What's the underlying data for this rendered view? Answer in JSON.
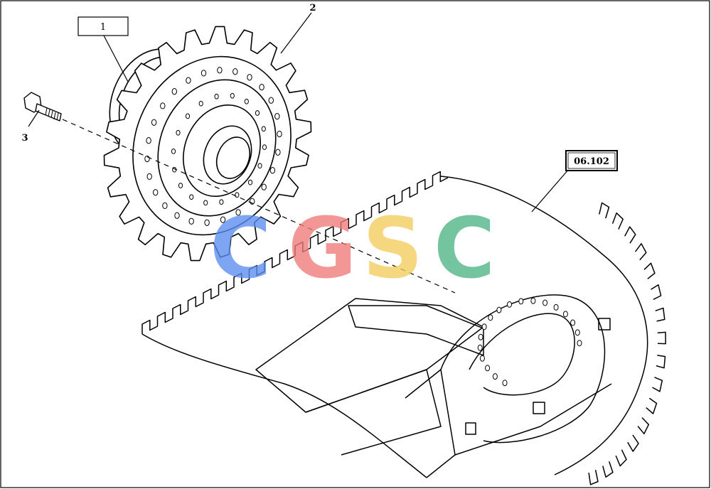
{
  "labels": {
    "ref_box_1": "1",
    "part_2": "2",
    "part_3": "3",
    "ref_box_06102": "06.102"
  },
  "watermark": {
    "letters": [
      {
        "char": "C",
        "color": "#5b8def"
      },
      {
        "char": "G",
        "color": "#ef7b78"
      },
      {
        "char": "S",
        "color": "#f2cc5a"
      },
      {
        "char": "C",
        "color": "#4fb486"
      }
    ]
  },
  "colors": {
    "line": "#000000",
    "background": "#ffffff"
  },
  "icons": [
    "bolt-icon",
    "sprocket-icon",
    "track-frame-icon"
  ]
}
